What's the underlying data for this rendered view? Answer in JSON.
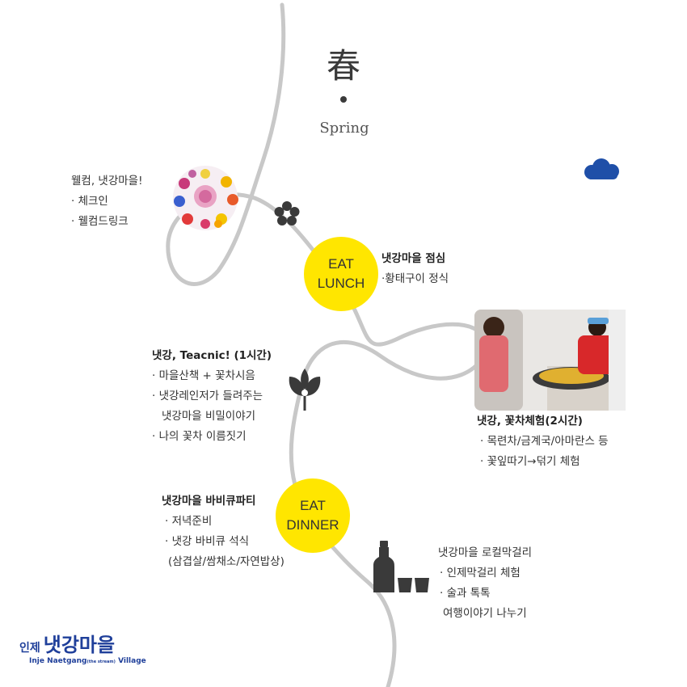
{
  "header": {
    "kanji": "春",
    "season": "Spring"
  },
  "welcome": {
    "title": "웰컴, 냇강마을!",
    "items": [
      "· 체크인",
      "· 웰컴드링크"
    ]
  },
  "lunch": {
    "badge_line1": "EAT",
    "badge_line2": "LUNCH",
    "title": "냇강마을 점심",
    "detail": "·황태구이 정식"
  },
  "teacnic": {
    "title": "냇강, Teacnic! (1시간)",
    "items": [
      "· 마을산책 + 꽃차시음",
      "· 냇강레인저가 들려주는",
      "  냇강마을 비밀이야기",
      "· 나의 꽃차 이름짓기"
    ]
  },
  "flowertea": {
    "title": "냇강, 꽃차체험(2시간)",
    "items": [
      "· 목련차/금계국/아마란스 등",
      "· 꽃잎따기→덖기 체험"
    ]
  },
  "dinner": {
    "badge_line1": "EAT",
    "badge_line2": "DINNER",
    "title": "냇강마을 바비큐파티",
    "items": [
      "· 저녁준비",
      "· 냇강 바비큐 석식",
      "(삼겹살/쌈채소/자연밥상)"
    ]
  },
  "makgeolli": {
    "title": "냇강마을 로컬막걸리",
    "items": [
      "· 인제막걸리 체험",
      "· 술과 톡톡",
      "  여행이야기 나누기"
    ]
  },
  "logo": {
    "main_small": "인제",
    "main": "냇강마을",
    "sub_a": "Inje Naetgang",
    "sub_b": "(the stream)",
    "sub_c": " Village"
  },
  "colors": {
    "path": "#c8c8c8",
    "eat": "#ffe600",
    "icon": "#3a3a3a",
    "cloud": "#1f4fa8",
    "logo": "#1f3f9a"
  }
}
